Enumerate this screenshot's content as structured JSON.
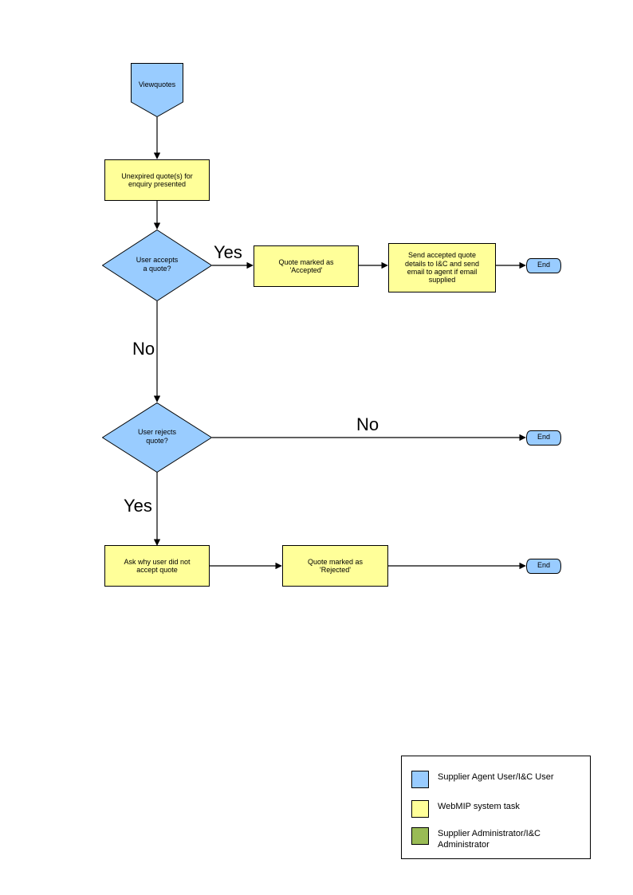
{
  "diagram": {
    "type": "flowchart",
    "title": "",
    "nodes": {
      "start": {
        "label": "Viewquotes",
        "shape": "pentagon",
        "color": "#99ccff"
      },
      "unexpired": {
        "label": "Unexpired quote(s) for\nenquiry presented",
        "shape": "process",
        "color": "#ffff99"
      },
      "decision_accept": {
        "label": "User accepts\na quote?",
        "shape": "decision",
        "color": "#99ccff"
      },
      "marked_accepted": {
        "label": "Quote  marked as\n'Accepted'",
        "shape": "process",
        "color": "#ffff99"
      },
      "send_details": {
        "label": "Send accepted quote\ndetails to I&C and send\nemail to agent if email\nsupplied",
        "shape": "process",
        "color": "#ffff99"
      },
      "end_accept": {
        "label": "End",
        "shape": "terminator",
        "color": "#99ccff"
      },
      "decision_reject": {
        "label": "User rejects\nquote?",
        "shape": "decision",
        "color": "#99ccff"
      },
      "end_noreject": {
        "label": "End",
        "shape": "terminator",
        "color": "#99ccff"
      },
      "ask_why": {
        "label": "Ask why user did not\naccept quote",
        "shape": "process",
        "color": "#ffff99"
      },
      "marked_rejected": {
        "label": "Quote  marked as\n'Rejected'",
        "shape": "process",
        "color": "#ffff99"
      },
      "end_reject": {
        "label": "End",
        "shape": "terminator",
        "color": "#99ccff"
      }
    },
    "edge_labels": {
      "accept_yes": "Yes",
      "accept_no": "No",
      "reject_no": "No",
      "reject_yes": "Yes"
    }
  },
  "legend": {
    "items": [
      {
        "color": "#99ccff",
        "label": "Supplier Agent User/I&C User"
      },
      {
        "color": "#ffff99",
        "label": "WebMIP system task"
      },
      {
        "color": "#99bb55",
        "label": "Supplier Administrator/I&C\nAdministrator"
      }
    ]
  }
}
